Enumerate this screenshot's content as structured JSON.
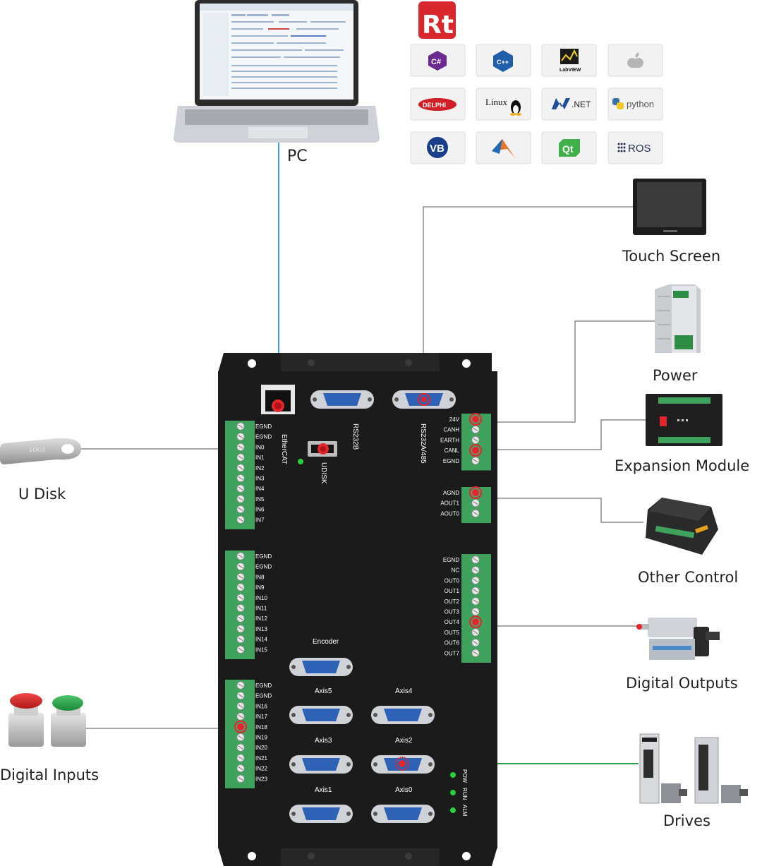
{
  "logo": {
    "brand_letters": "Rt"
  },
  "software_tiles": [
    {
      "id": "csharp",
      "label": "C#"
    },
    {
      "id": "cpp",
      "label": "C++"
    },
    {
      "id": "labview",
      "label": "LabVIEW"
    },
    {
      "id": "apple",
      "label": ""
    },
    {
      "id": "delphi",
      "label": "DELPHI"
    },
    {
      "id": "linux",
      "label": "Linux"
    },
    {
      "id": "dotnet",
      "label": ".NET"
    },
    {
      "id": "python",
      "label": "python"
    },
    {
      "id": "vb",
      "label": "VB"
    },
    {
      "id": "matlab",
      "label": ""
    },
    {
      "id": "qt",
      "label": "Qt"
    },
    {
      "id": "ros",
      "label": "ROS"
    }
  ],
  "devices": {
    "pc": "PC",
    "touch_screen": "Touch Screen",
    "power": "Power",
    "expansion_module": "Expansion  Module",
    "other_control": "Other  Control",
    "digital_outputs": "Digital  Outputs",
    "drives": "Drives",
    "u_disk": "U Disk",
    "digital_inputs": "Digital Inputs"
  },
  "controller": {
    "ports": {
      "ethercat": "EtherCAT",
      "rs232b": "RS232B",
      "rs232a485": "RS232A/485",
      "udisk": "UDISK",
      "encoder": "Encoder",
      "axis5": "Axis5",
      "axis4": "Axis4",
      "axis3": "Axis3",
      "axis2": "Axis2",
      "axis1": "Axis1",
      "axis0": "Axis0"
    },
    "leds": [
      "POW",
      "RUN",
      "ALM"
    ],
    "terminal_in_a": [
      "EGND",
      "EGND",
      "IN0",
      "IN1",
      "IN2",
      "IN3",
      "IN4",
      "IN5",
      "IN6",
      "IN7"
    ],
    "terminal_in_b": [
      "EGND",
      "EGND",
      "IN8",
      "IN9",
      "IN10",
      "IN11",
      "IN12",
      "IN13",
      "IN14",
      "IN15"
    ],
    "terminal_in_c": [
      "EGND",
      "EGND",
      "IN16",
      "IN17",
      "IN18",
      "IN19",
      "IN20",
      "IN21",
      "IN22",
      "IN23"
    ],
    "terminal_can": [
      "24V",
      "CANH",
      "EARTH",
      "CANL",
      "EGND"
    ],
    "terminal_analog": [
      "AGND",
      "AOUT1",
      "AOUT0"
    ],
    "terminal_out": [
      "EGND",
      "NC",
      "OUT0",
      "OUT1",
      "OUT2",
      "OUT3",
      "OUT4",
      "OUT5",
      "OUT6",
      "OUT7"
    ]
  },
  "colors": {
    "controller_body": "#1b1b1b",
    "terminal_green": "#3fa25c",
    "db9_blue": "#2d62b6",
    "wire_gray": "#8c8c8c",
    "wire_ethernet": "#3ea6d6",
    "wire_drive": "#2e9d4d",
    "marker_red": "#e3262b",
    "logo_red": "#d9272e"
  }
}
